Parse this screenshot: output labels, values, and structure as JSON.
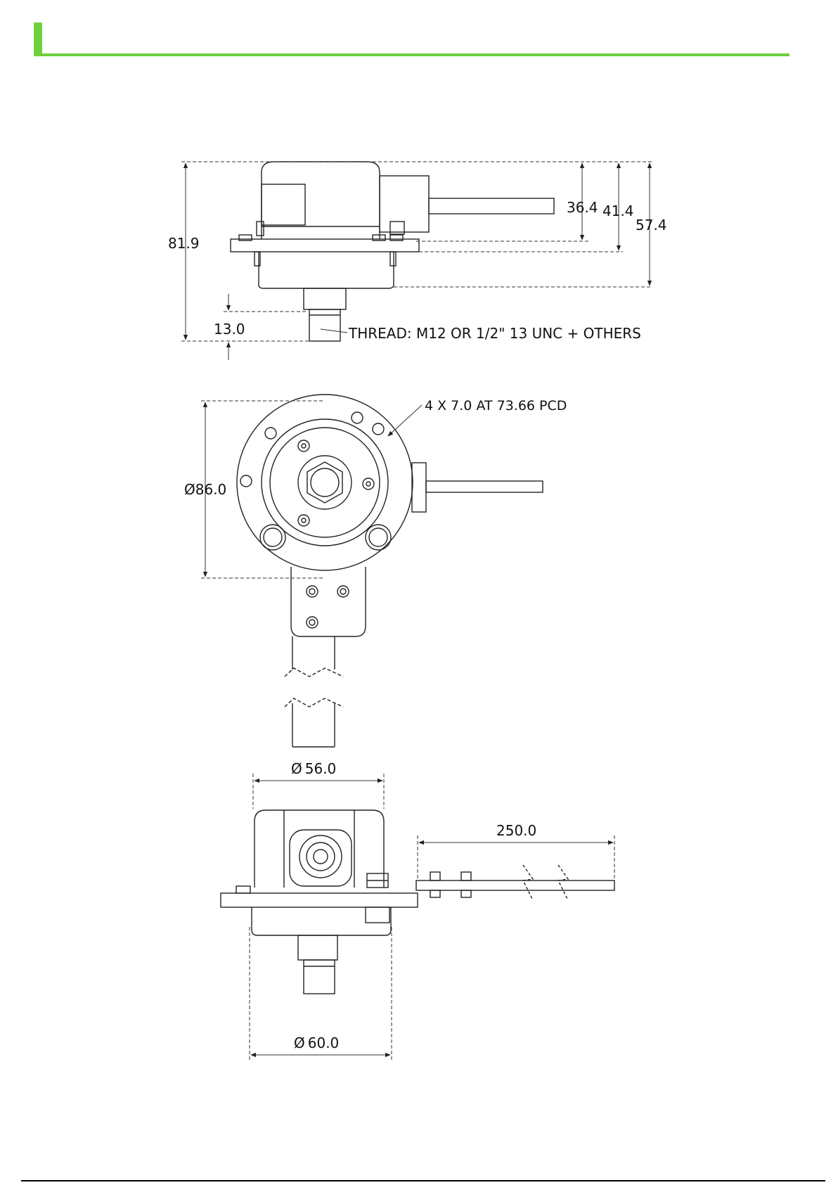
{
  "colors": {
    "accent": "#6fcf3d",
    "line": "#222222",
    "dash": "#333333"
  },
  "side_view": {
    "dims": {
      "overall_height": "81.9",
      "d_36_4": "36.4",
      "d_41_4": "41.4",
      "d_57_4": "57.4",
      "thread_length": "13.0"
    },
    "thread_note": "THREAD: M12 OR 1/2\" 13 UNC + OTHERS"
  },
  "top_view": {
    "diameter": "86.0",
    "holes_note": "4 X 7.0 AT 73.66 PCD",
    "diameter_symbol": "Ø"
  },
  "front_view": {
    "top_diameter": "56.0",
    "bottom_diameter": "60.0",
    "arm_length": "250.0"
  }
}
